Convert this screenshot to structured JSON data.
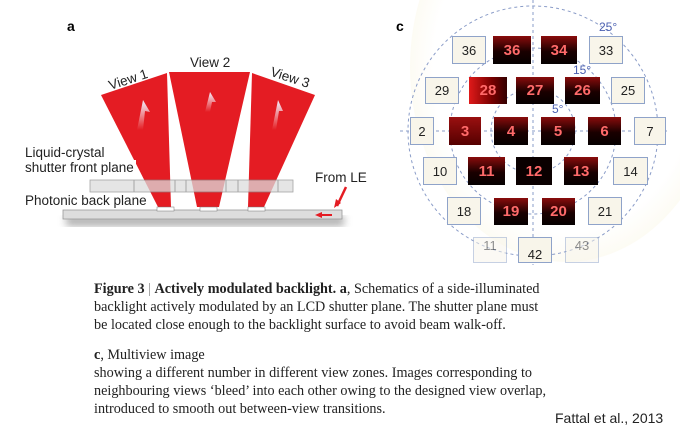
{
  "panel_a": {
    "label": "a",
    "views": [
      "View 1",
      "View 2",
      "View 3"
    ],
    "lc_label_1": "Liquid-crystal",
    "lc_label_2": "shutter front plane",
    "photonic_label": "Photonic back plane",
    "from_led": "From LE"
  },
  "panel_c": {
    "label": "c",
    "angles": [
      "25°",
      "15°",
      "5°"
    ],
    "light_boxes": [
      "36",
      "33",
      "29",
      "25",
      "2",
      "7",
      "10",
      "14",
      "18",
      "21",
      "11",
      "42",
      "43"
    ],
    "dark_boxes": [
      "36",
      "34",
      "28",
      "27",
      "26",
      "3",
      "4",
      "5",
      "6",
      "11",
      "12",
      "13",
      "19",
      "20"
    ]
  },
  "caption": {
    "fig": "Figure 3",
    "sep": "|",
    "title": "Actively modulated backlight.",
    "a_bold": "a",
    "a_text_1": ", Schematics of a side-illuminated",
    "a_text_2": "backlight actively modulated by an LCD shutter plane. The shutter plane must",
    "a_text_3": "be located close enough to the backlight surface to avoid beam walk-off.",
    "c_bold": "c",
    "c_text_1": ", Multiview image",
    "c_text_2": "showing a different number in different view zones. Images corresponding to",
    "c_text_3": "neighbouring views ‘bleed’ into each other owing to the designed view overlap,",
    "c_text_4": "introduced to smooth out between-view transitions."
  },
  "citation": "Fattal et al., 2013"
}
